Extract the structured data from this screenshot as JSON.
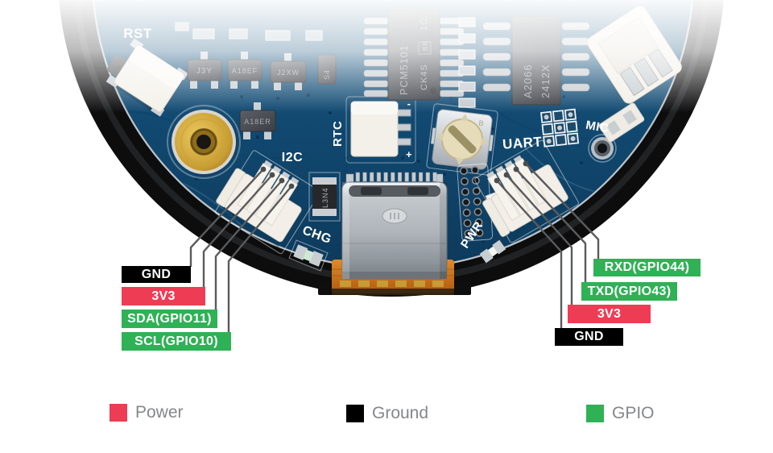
{
  "board": {
    "silkscreen": {
      "rst": "RST",
      "rtc": "RTC",
      "i2c": "I2C",
      "chg": "CHG",
      "uart": "UART",
      "mic": "MIC",
      "pwr": "PWR",
      "minus": "-",
      "plus": "+"
    },
    "chips": {
      "dac_line1": "PCM5101",
      "dac_line2": "1C",
      "dac_logo": "BB",
      "dac_line3": "CK4S",
      "amp_line1": "A2066",
      "amp_line2": "2412X",
      "q1": "J3Y",
      "q2": "A18EF",
      "q3": "J2XW",
      "q4": "A18ER",
      "q5": "S4",
      "diode": "L3N4",
      "trimmer_mark": "B"
    }
  },
  "pin_labels": {
    "left": [
      {
        "label": "GND",
        "type": "ground"
      },
      {
        "label": "3V3",
        "type": "power"
      },
      {
        "label": "SDA(GPIO11)",
        "type": "gpio"
      },
      {
        "label": "SCL(GPIO10)",
        "type": "gpio"
      }
    ],
    "right": [
      {
        "label": "RXD(GPIO44)",
        "type": "gpio"
      },
      {
        "label": "TXD(GPIO43)",
        "type": "gpio"
      },
      {
        "label": "3V3",
        "type": "power"
      },
      {
        "label": "GND",
        "type": "ground"
      }
    ]
  },
  "legend": {
    "items": [
      {
        "label": "Power",
        "key": "power"
      },
      {
        "label": "Ground",
        "key": "ground"
      },
      {
        "label": "GPIO",
        "key": "gpio"
      }
    ]
  },
  "colors": {
    "power": "#ee3c55",
    "ground": "#000000",
    "gpio": "#2fb155",
    "line": "#595b5d",
    "legend_text": "#85878a",
    "pcb": "#17628f",
    "bezel": "#0d0d0e"
  }
}
